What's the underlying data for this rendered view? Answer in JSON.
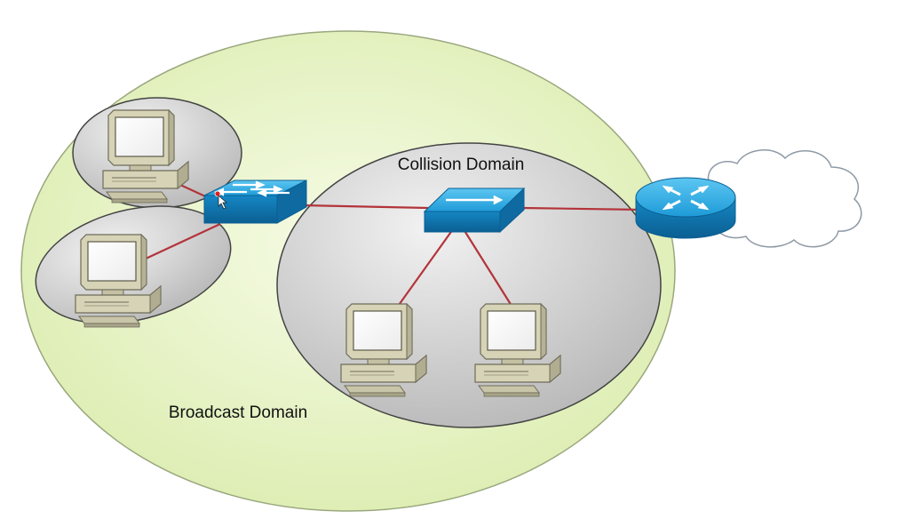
{
  "labels": {
    "collision_domain": "Collision Domain",
    "broadcast_domain": "Broadcast Domain"
  },
  "colors": {
    "broadcast_fill": "#e7f2c4",
    "collision_fill": "#d7d7d7",
    "link": "#b3343a",
    "device_blue": "#1a9ad6",
    "pc_body": "#d6d3b8"
  },
  "devices": [
    {
      "type": "pc",
      "name": "pc-1"
    },
    {
      "type": "pc",
      "name": "pc-2"
    },
    {
      "type": "pc",
      "name": "pc-3"
    },
    {
      "type": "pc",
      "name": "pc-4"
    },
    {
      "type": "switch",
      "name": "switch"
    },
    {
      "type": "hub",
      "name": "hub"
    },
    {
      "type": "router",
      "name": "router"
    },
    {
      "type": "cloud",
      "name": "internet-cloud"
    }
  ]
}
